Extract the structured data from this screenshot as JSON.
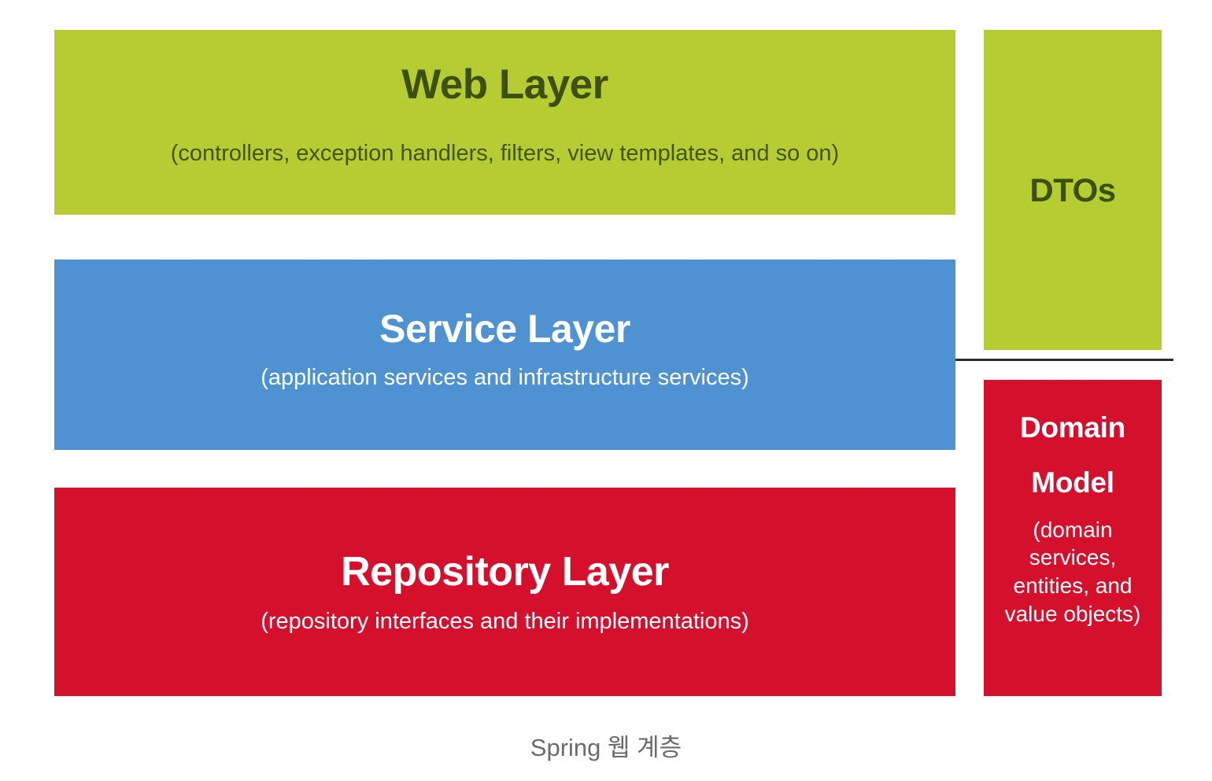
{
  "diagram": {
    "caption": "Spring 웹 계층",
    "colors": {
      "web_layer_bg": "#b5cc32",
      "web_layer_text": "#3e5010",
      "service_layer_bg": "#4e92d2",
      "repository_layer_bg": "#d4102d",
      "dtos_bg": "#b5cc32",
      "domain_model_bg": "#d4102d",
      "white_text": "#ffffff",
      "divider": "#2b2b2b",
      "caption_text": "#6b6b6b",
      "page_background": "#ffffff"
    },
    "layers": [
      {
        "id": "web-layer",
        "title": "Web Layer",
        "subtitle": "(controllers, exception handlers, filters, view templates, and so on)"
      },
      {
        "id": "service-layer",
        "title": "Service Layer",
        "subtitle": "(application services and infrastructure services)"
      },
      {
        "id": "repository-layer",
        "title": "Repository Layer",
        "subtitle": "(repository interfaces and their implementations)"
      }
    ],
    "side_blocks": [
      {
        "id": "dtos",
        "title": "DTOs",
        "subtitle": ""
      },
      {
        "id": "domain-model",
        "title_line_1": "Domain",
        "title_line_2": "Model",
        "subtitle": "(domain services, entities, and value objects)"
      }
    ]
  }
}
